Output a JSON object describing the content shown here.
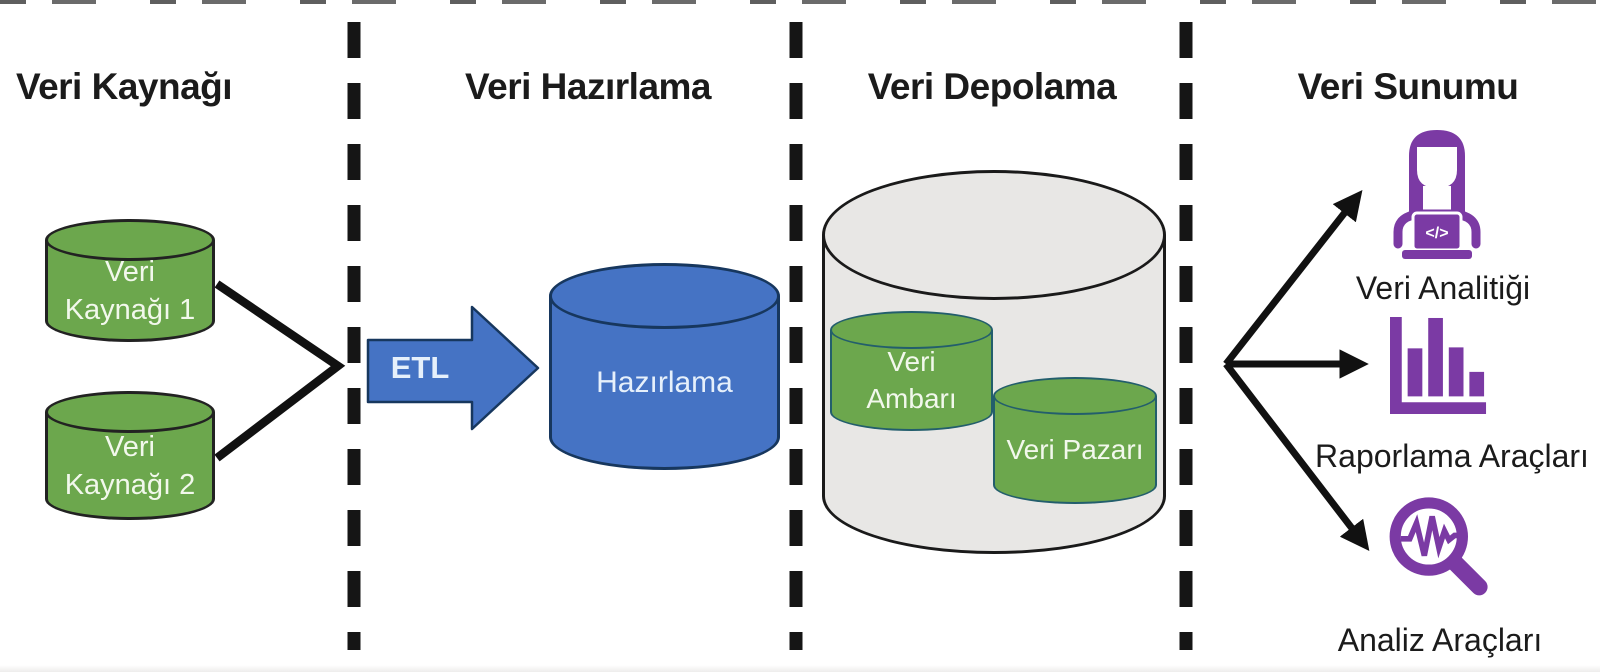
{
  "sections": [
    {
      "title": "Veri Kaynağı"
    },
    {
      "title": "Veri Hazırlama"
    },
    {
      "title": "Veri Depolama"
    },
    {
      "title": "Veri Sunumu"
    }
  ],
  "data_sources": [
    {
      "lines": [
        "Veri",
        "Kaynağı 1"
      ]
    },
    {
      "lines": [
        "Veri",
        "Kaynağı 2"
      ]
    }
  ],
  "etl": {
    "label": "ETL"
  },
  "staging": {
    "label": "Hazırlama"
  },
  "storage": {
    "warehouse": {
      "lines": [
        "Veri",
        "Ambarı"
      ]
    },
    "mart": {
      "label": "Veri Pazarı"
    }
  },
  "presentation": [
    {
      "icon": "analyst-laptop-icon",
      "label": "Veri Analitiği",
      "laptop_glyph": "</>"
    },
    {
      "icon": "bar-chart-icon",
      "label": "Raporlama Araçları"
    },
    {
      "icon": "search-pulse-icon",
      "label": "Analiz Araçları"
    }
  ],
  "colors": {
    "source_green": "#6CA74D",
    "green_outline": "#222222",
    "inner_green_outline": "#235E6C",
    "etl_blue": "#4573C4",
    "blue_outline": "#17375E",
    "storage_gray": "#E8E7E5",
    "outline_black": "#1A1A1A",
    "purple": "#7B3AA4",
    "connector_black": "#111111"
  }
}
